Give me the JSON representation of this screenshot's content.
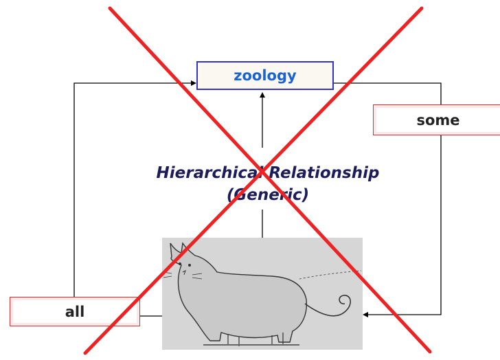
{
  "diagram": {
    "top_term": "zoology",
    "relation_line1": "Hierarchical Relationship",
    "relation_line2": "(Generic)",
    "right_term": "some",
    "left_term": "all"
  },
  "colors": {
    "connector": "#000000",
    "cross_out": "#ee2222",
    "top_term_text": "#1a63d6",
    "top_term_border": "#3333cc",
    "term_box_border": "#cc3333",
    "relation_text": "#1c1c5c"
  },
  "icons": {
    "cat": "cat-illustration",
    "cross": "red-x-cross-icon"
  }
}
